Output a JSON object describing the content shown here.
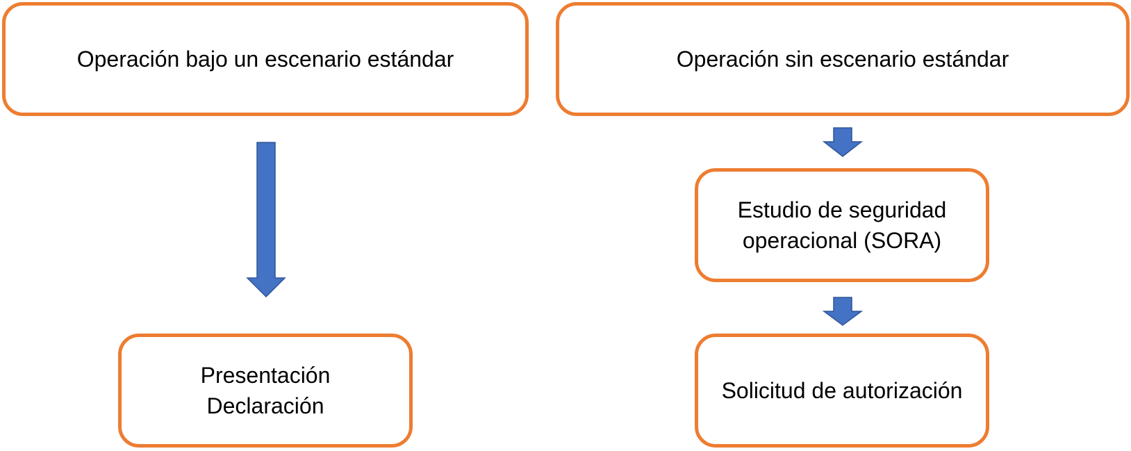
{
  "colors": {
    "box_border": "#ED7D31",
    "arrow_fill": "#4472C4",
    "arrow_stroke": "#2F5597"
  },
  "nodes": {
    "standard": {
      "label": "Operación bajo un escenario estándar"
    },
    "non_standard": {
      "label": "Operación sin escenario estándar"
    },
    "sora": {
      "lines": [
        "Estudio de seguridad",
        "operacional (SORA)"
      ]
    },
    "declaration": {
      "lines": [
        "Presentación",
        "Declaración"
      ]
    },
    "authorization": {
      "label": "Solicitud de autorización"
    }
  },
  "edges": [
    {
      "from": "standard",
      "to": "declaration"
    },
    {
      "from": "non_standard",
      "to": "sora"
    },
    {
      "from": "sora",
      "to": "authorization"
    }
  ]
}
